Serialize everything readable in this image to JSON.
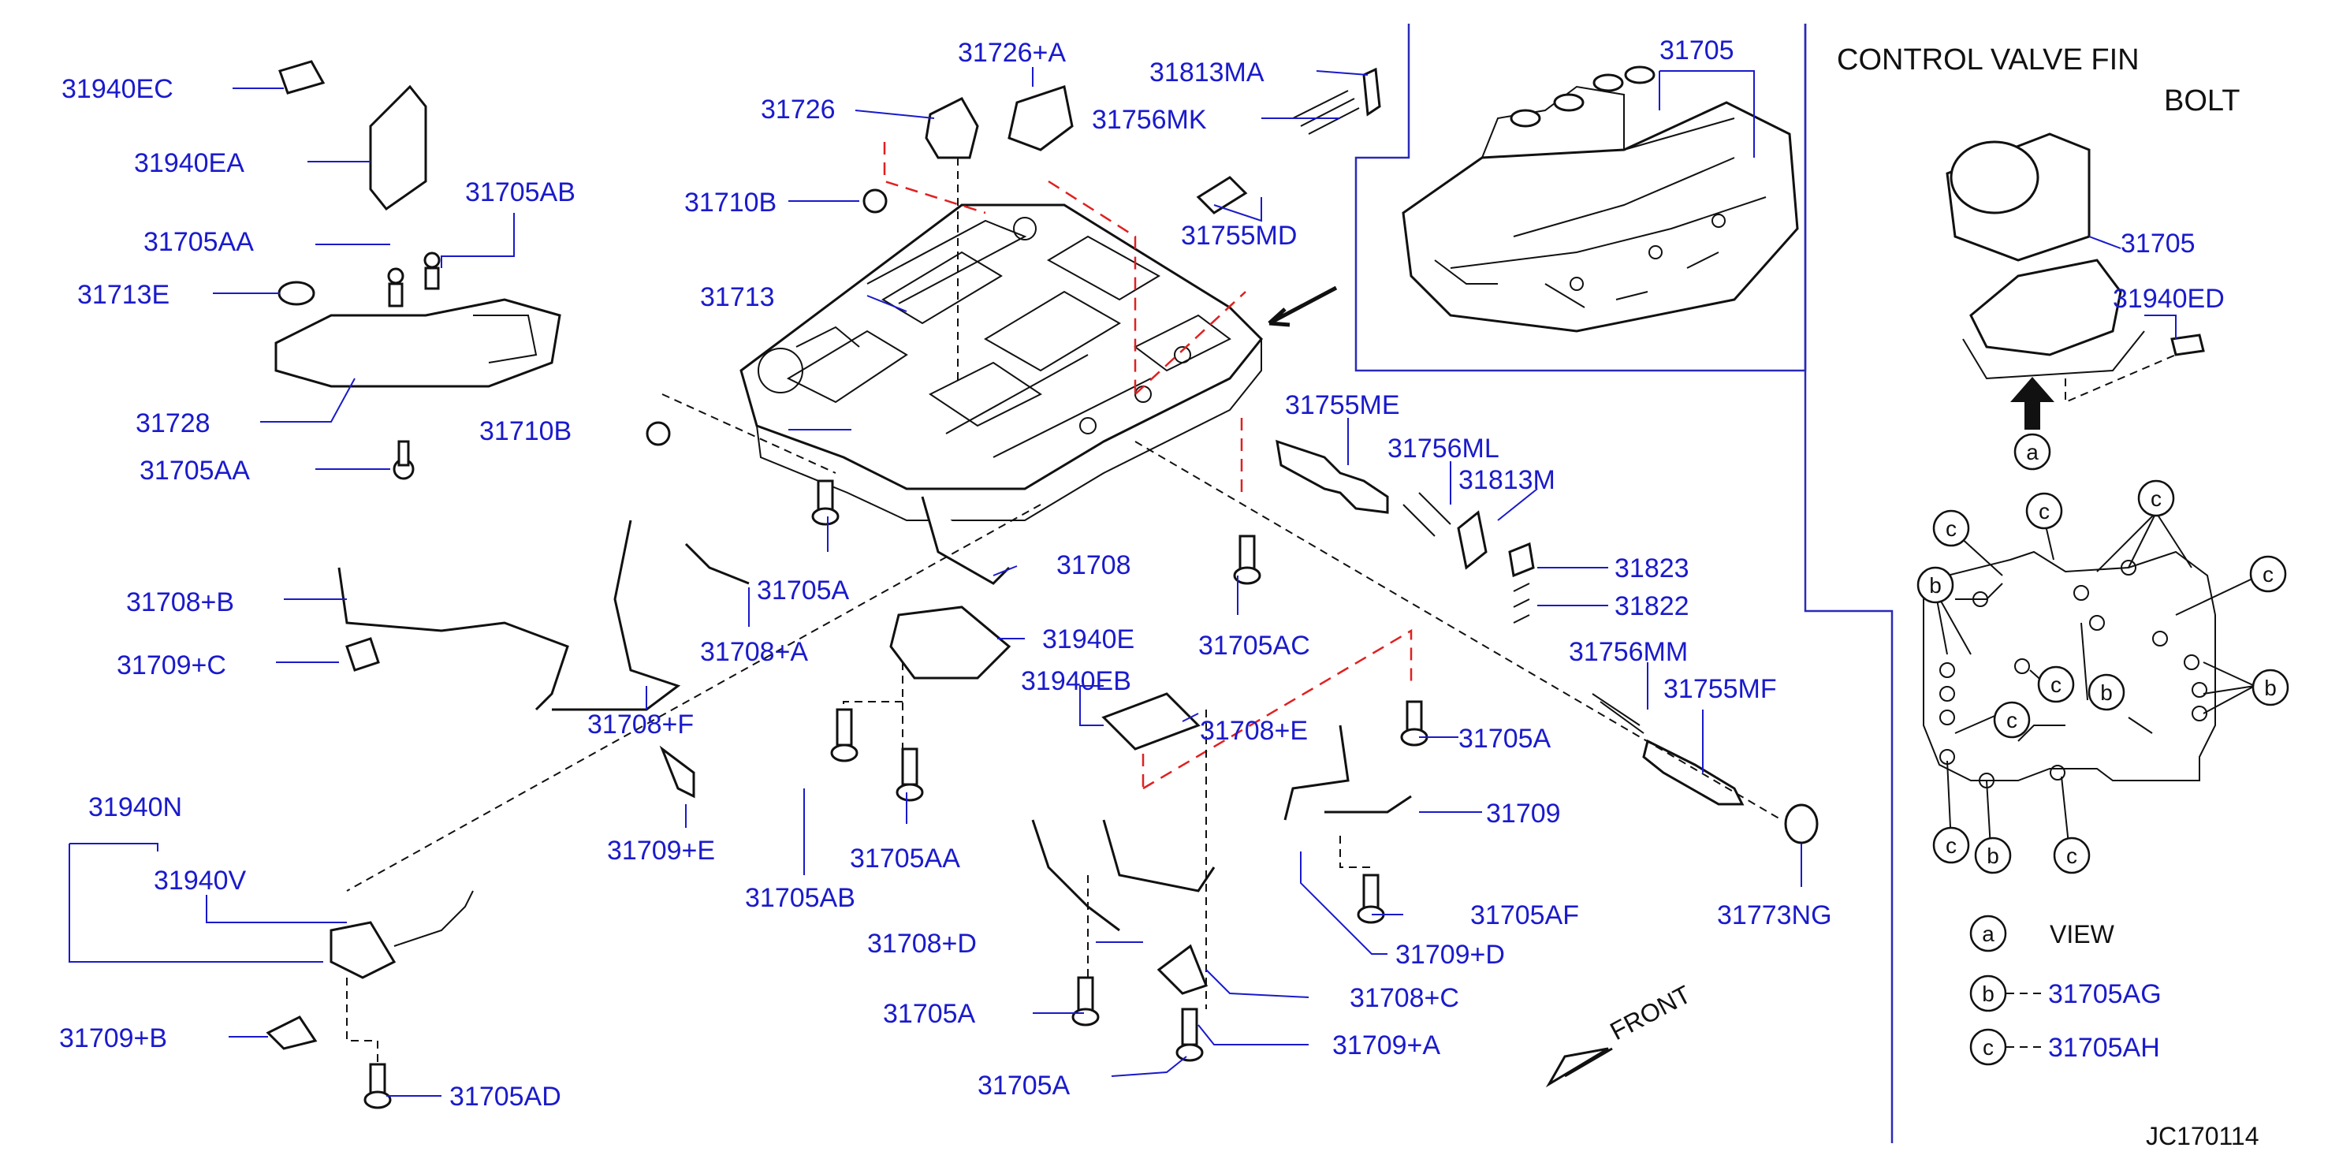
{
  "header": {
    "title_line1": "CONTROL  VALVE  FIN",
    "title_line2": "BOLT"
  },
  "footer": {
    "code": "JC170114"
  },
  "front": {
    "label": "FRONT"
  },
  "legend": {
    "view_letter": "a",
    "view_label": "VIEW",
    "b_letter": "b",
    "b_part": "31705AG",
    "c_letter": "c",
    "c_part": "31705AH"
  },
  "inset": {
    "part_top": "31705"
  },
  "labels": {
    "p31940EC": "31940EC",
    "p31940EA": "31940EA",
    "p31705AB_top": "31705AB",
    "p31705AA_1": "31705AA",
    "p31713E": "31713E",
    "p31728": "31728",
    "p31705AA_2": "31705AA",
    "p31726": "31726",
    "p31726A": "31726+A",
    "p31813MA": "31813MA",
    "p31756MK": "31756MK",
    "p31755MD": "31755MD",
    "p31710B_1": "31710B",
    "p31713": "31713",
    "p31710B_2": "31710B",
    "p31755ME": "31755ME",
    "p31756ML": "31756ML",
    "p31813M": "31813M",
    "p31823": "31823",
    "p31822": "31822",
    "p31708B": "31708+B",
    "p31709C": "31709+C",
    "p31708F": "31708+F",
    "p31705A_1": "31705A",
    "p31708A": "31708+A",
    "p31708": "31708",
    "p31940E": "31940E",
    "p31940EB": "31940EB",
    "p31705AC": "31705AC",
    "p31756MM": "31756MM",
    "p31755MF": "31755MF",
    "p31709E": "31709+E",
    "p31708E": "31708+E",
    "p31705A_2": "31705A",
    "p31709": "31709",
    "p31705AB_2": "31705AB",
    "p31705AA_3": "31705AA",
    "p31940N": "31940N",
    "p31940V": "31940V",
    "p31705AF": "31705AF",
    "p31709D": "31709+D",
    "p31773NG": "31773NG",
    "p31708D": "31708+D",
    "p31708C": "31708+C",
    "p31705A_3": "31705A",
    "p31709B": "31709+B",
    "p31709A": "31709+A",
    "p31705A_4": "31705A",
    "p31705AD": "31705AD",
    "p31705_side": "31705",
    "p31940ED": "31940ED"
  },
  "colors": {
    "label_blue": "#1a1acc",
    "frame_blue": "#2a2ab8",
    "ref_red": "#e02020",
    "line": "#111111"
  }
}
